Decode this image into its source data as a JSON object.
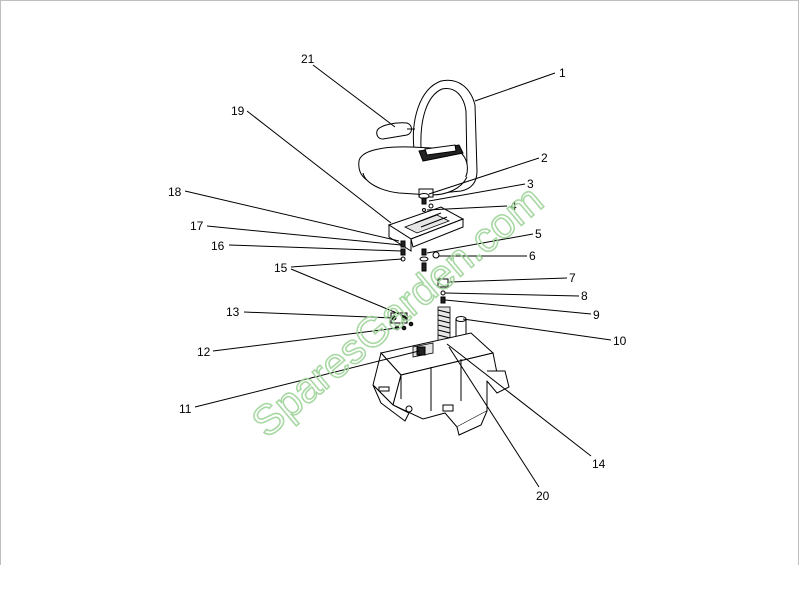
{
  "watermark": {
    "text": "SparesGarden.com",
    "color": "#9fd49a"
  },
  "callouts": [
    {
      "id": "c1",
      "label": "1"
    },
    {
      "id": "c2",
      "label": "2"
    },
    {
      "id": "c3",
      "label": "3"
    },
    {
      "id": "c4",
      "label": "4"
    },
    {
      "id": "c5",
      "label": "5"
    },
    {
      "id": "c6",
      "label": "6"
    },
    {
      "id": "c7",
      "label": "7"
    },
    {
      "id": "c8",
      "label": "8"
    },
    {
      "id": "c9",
      "label": "9"
    },
    {
      "id": "c10",
      "label": "10"
    },
    {
      "id": "c11",
      "label": "11"
    },
    {
      "id": "c12",
      "label": "12"
    },
    {
      "id": "c13",
      "label": "13"
    },
    {
      "id": "c14",
      "label": "14"
    },
    {
      "id": "c15",
      "label": "15"
    },
    {
      "id": "c16",
      "label": "16"
    },
    {
      "id": "c17",
      "label": "17"
    },
    {
      "id": "c18",
      "label": "18"
    },
    {
      "id": "c19",
      "label": "19"
    },
    {
      "id": "c20",
      "label": "20"
    },
    {
      "id": "c21",
      "label": "21"
    }
  ]
}
